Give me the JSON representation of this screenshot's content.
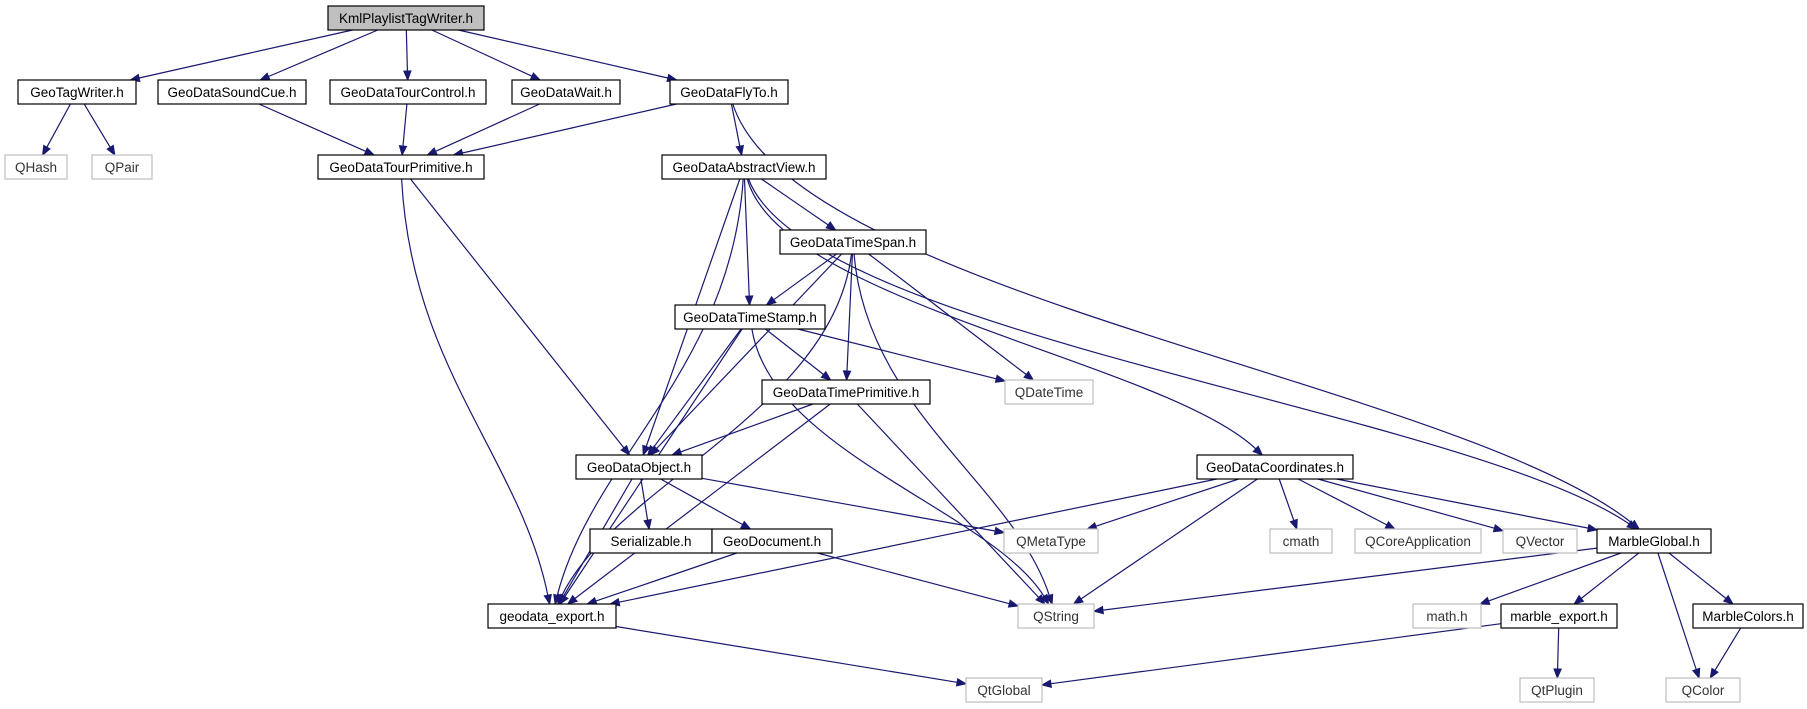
{
  "diagram": {
    "type": "include-dependency-graph",
    "colors": {
      "edge": "#191970",
      "root_fill": "#bfbfbf",
      "internal_border": "#000000",
      "external_border": "#bfbfbf",
      "text": "#000000"
    },
    "nodes": [
      {
        "id": "KmlPlaylistTagWriter",
        "label": "KmlPlaylistTagWriter.h",
        "kind": "root"
      },
      {
        "id": "GeoTagWriter",
        "label": "GeoTagWriter.h",
        "kind": "internal"
      },
      {
        "id": "GeoDataSoundCue",
        "label": "GeoDataSoundCue.h",
        "kind": "internal"
      },
      {
        "id": "GeoDataTourControl",
        "label": "GeoDataTourControl.h",
        "kind": "internal"
      },
      {
        "id": "GeoDataWait",
        "label": "GeoDataWait.h",
        "kind": "internal"
      },
      {
        "id": "GeoDataFlyTo",
        "label": "GeoDataFlyTo.h",
        "kind": "internal"
      },
      {
        "id": "QHash",
        "label": "QHash",
        "kind": "external"
      },
      {
        "id": "QPair",
        "label": "QPair",
        "kind": "external"
      },
      {
        "id": "GeoDataTourPrimitive",
        "label": "GeoDataTourPrimitive.h",
        "kind": "internal"
      },
      {
        "id": "GeoDataAbstractView",
        "label": "GeoDataAbstractView.h",
        "kind": "internal"
      },
      {
        "id": "GeoDataTimeSpan",
        "label": "GeoDataTimeSpan.h",
        "kind": "internal"
      },
      {
        "id": "GeoDataTimeStamp",
        "label": "GeoDataTimeStamp.h",
        "kind": "internal"
      },
      {
        "id": "QDateTime",
        "label": "QDateTime",
        "kind": "external"
      },
      {
        "id": "GeoDataTimePrimitive",
        "label": "GeoDataTimePrimitive.h",
        "kind": "internal"
      },
      {
        "id": "GeoDataObject",
        "label": "GeoDataObject.h",
        "kind": "internal"
      },
      {
        "id": "GeoDataCoordinates",
        "label": "GeoDataCoordinates.h",
        "kind": "internal"
      },
      {
        "id": "Serializable",
        "label": "Serializable.h",
        "kind": "internal"
      },
      {
        "id": "GeoDocument",
        "label": "GeoDocument.h",
        "kind": "internal"
      },
      {
        "id": "QMetaType",
        "label": "QMetaType",
        "kind": "external"
      },
      {
        "id": "cmath",
        "label": "cmath",
        "kind": "external"
      },
      {
        "id": "QCoreApplication",
        "label": "QCoreApplication",
        "kind": "external"
      },
      {
        "id": "QVector",
        "label": "QVector",
        "kind": "external"
      },
      {
        "id": "MarbleGlobal",
        "label": "MarbleGlobal.h",
        "kind": "internal"
      },
      {
        "id": "geodata_export",
        "label": "geodata_export.h",
        "kind": "internal"
      },
      {
        "id": "QString",
        "label": "QString",
        "kind": "external"
      },
      {
        "id": "mathh",
        "label": "math.h",
        "kind": "external"
      },
      {
        "id": "marble_export",
        "label": "marble_export.h",
        "kind": "internal"
      },
      {
        "id": "MarbleColors",
        "label": "MarbleColors.h",
        "kind": "internal"
      },
      {
        "id": "QtGlobal",
        "label": "QtGlobal",
        "kind": "external"
      },
      {
        "id": "QtPlugin",
        "label": "QtPlugin",
        "kind": "external"
      },
      {
        "id": "QColor",
        "label": "QColor",
        "kind": "external"
      }
    ],
    "edges": [
      [
        "KmlPlaylistTagWriter",
        "GeoTagWriter"
      ],
      [
        "KmlPlaylistTagWriter",
        "GeoDataSoundCue"
      ],
      [
        "KmlPlaylistTagWriter",
        "GeoDataTourControl"
      ],
      [
        "KmlPlaylistTagWriter",
        "GeoDataWait"
      ],
      [
        "KmlPlaylistTagWriter",
        "GeoDataFlyTo"
      ],
      [
        "GeoTagWriter",
        "QHash"
      ],
      [
        "GeoTagWriter",
        "QPair"
      ],
      [
        "GeoDataSoundCue",
        "GeoDataTourPrimitive"
      ],
      [
        "GeoDataTourControl",
        "GeoDataTourPrimitive"
      ],
      [
        "GeoDataWait",
        "GeoDataTourPrimitive"
      ],
      [
        "GeoDataFlyTo",
        "GeoDataTourPrimitive"
      ],
      [
        "GeoDataFlyTo",
        "GeoDataAbstractView"
      ],
      [
        "GeoDataFlyTo",
        "MarbleGlobal"
      ],
      [
        "GeoDataTourPrimitive",
        "GeoDataObject"
      ],
      [
        "GeoDataTourPrimitive",
        "geodata_export"
      ],
      [
        "GeoDataAbstractView",
        "GeoDataTimeSpan"
      ],
      [
        "GeoDataAbstractView",
        "GeoDataTimeStamp"
      ],
      [
        "GeoDataAbstractView",
        "GeoDataObject"
      ],
      [
        "GeoDataAbstractView",
        "geodata_export"
      ],
      [
        "GeoDataAbstractView",
        "GeoDataCoordinates"
      ],
      [
        "GeoDataAbstractView",
        "MarbleGlobal"
      ],
      [
        "GeoDataTimeSpan",
        "GeoDataTimeStamp"
      ],
      [
        "GeoDataTimeSpan",
        "GeoDataTimePrimitive"
      ],
      [
        "GeoDataTimeSpan",
        "QDateTime"
      ],
      [
        "GeoDataTimeSpan",
        "GeoDataObject"
      ],
      [
        "GeoDataTimeSpan",
        "geodata_export"
      ],
      [
        "GeoDataTimeSpan",
        "QString"
      ],
      [
        "GeoDataTimeStamp",
        "GeoDataTimePrimitive"
      ],
      [
        "GeoDataTimeStamp",
        "QDateTime"
      ],
      [
        "GeoDataTimeStamp",
        "GeoDataObject"
      ],
      [
        "GeoDataTimeStamp",
        "geodata_export"
      ],
      [
        "GeoDataTimeStamp",
        "QString"
      ],
      [
        "GeoDataTimePrimitive",
        "GeoDataObject"
      ],
      [
        "GeoDataTimePrimitive",
        "geodata_export"
      ],
      [
        "GeoDataTimePrimitive",
        "QString"
      ],
      [
        "GeoDataObject",
        "Serializable"
      ],
      [
        "GeoDataObject",
        "GeoDocument"
      ],
      [
        "GeoDataObject",
        "QMetaType"
      ],
      [
        "GeoDataObject",
        "geodata_export"
      ],
      [
        "GeoDocument",
        "geodata_export"
      ],
      [
        "GeoDocument",
        "QString"
      ],
      [
        "GeoDataCoordinates",
        "QMetaType"
      ],
      [
        "GeoDataCoordinates",
        "cmath"
      ],
      [
        "GeoDataCoordinates",
        "QCoreApplication"
      ],
      [
        "GeoDataCoordinates",
        "QVector"
      ],
      [
        "GeoDataCoordinates",
        "MarbleGlobal"
      ],
      [
        "GeoDataCoordinates",
        "geodata_export"
      ],
      [
        "GeoDataCoordinates",
        "QString"
      ],
      [
        "MarbleGlobal",
        "QString"
      ],
      [
        "MarbleGlobal",
        "mathh"
      ],
      [
        "MarbleGlobal",
        "marble_export"
      ],
      [
        "MarbleGlobal",
        "MarbleColors"
      ],
      [
        "MarbleGlobal",
        "QColor"
      ],
      [
        "MarbleColors",
        "QColor"
      ],
      [
        "marble_export",
        "QtGlobal"
      ],
      [
        "marble_export",
        "QtPlugin"
      ],
      [
        "geodata_export",
        "QtGlobal"
      ]
    ]
  }
}
